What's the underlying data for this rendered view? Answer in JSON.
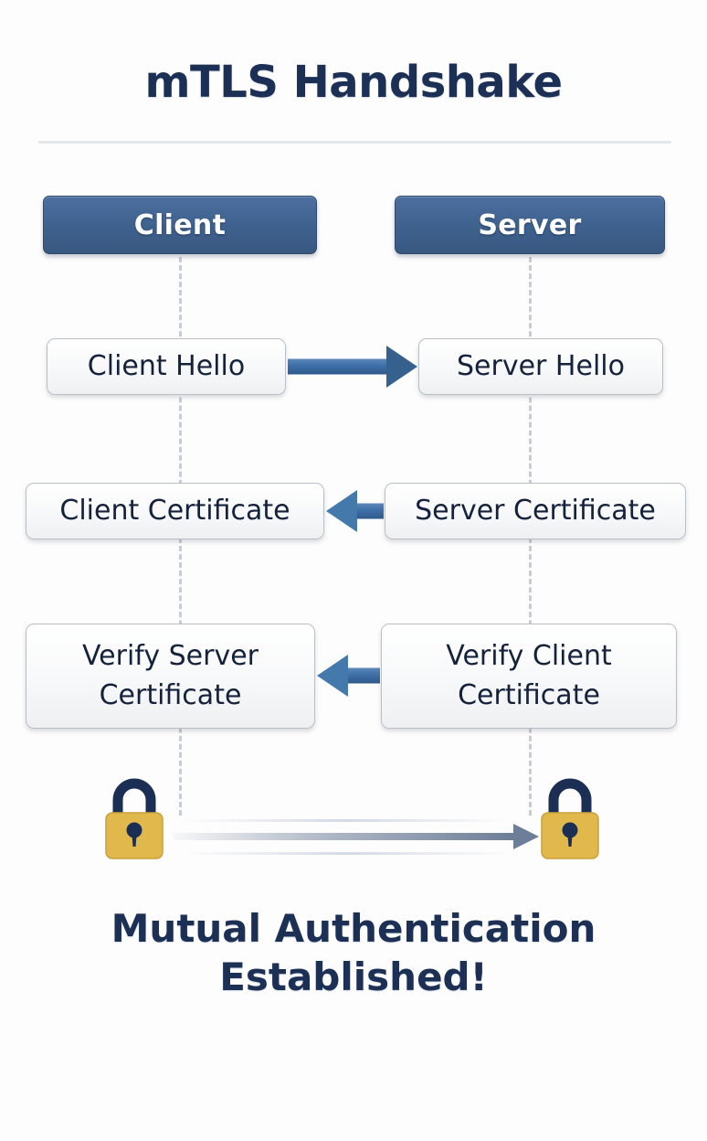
{
  "diagram": {
    "title": "mTLS Handshake",
    "background_color": "#fdfdfd",
    "accent_color": "#3f628f",
    "arrow_color": "#3e6fa8",
    "lock_body_color": "#e0b84c",
    "lock_shackle_color": "#1b2f54",
    "text_color": "#15223c",
    "title_color": "#1b3054"
  },
  "lanes": [
    {
      "id": "client",
      "label": "Client"
    },
    {
      "id": "server",
      "label": "Server"
    }
  ],
  "steps": [
    {
      "index": 1,
      "direction": "right",
      "left_label": "Client Hello",
      "right_label": "Server Hello"
    },
    {
      "index": 2,
      "direction": "left",
      "left_label": "Client Certificate",
      "right_label": "Server Certificate"
    },
    {
      "index": 3,
      "direction": "left",
      "left_label_line1": "Verify Server",
      "left_label_line2": "Certificate",
      "right_label_line1": "Verify Client",
      "right_label_line2": "Certificate"
    }
  ],
  "result": {
    "line1": "Mutual Authentication",
    "line2": "Established!",
    "left_icon": "lock-icon",
    "right_icon": "lock-icon",
    "connector": "bidirectional-secure-channel-arrow"
  }
}
